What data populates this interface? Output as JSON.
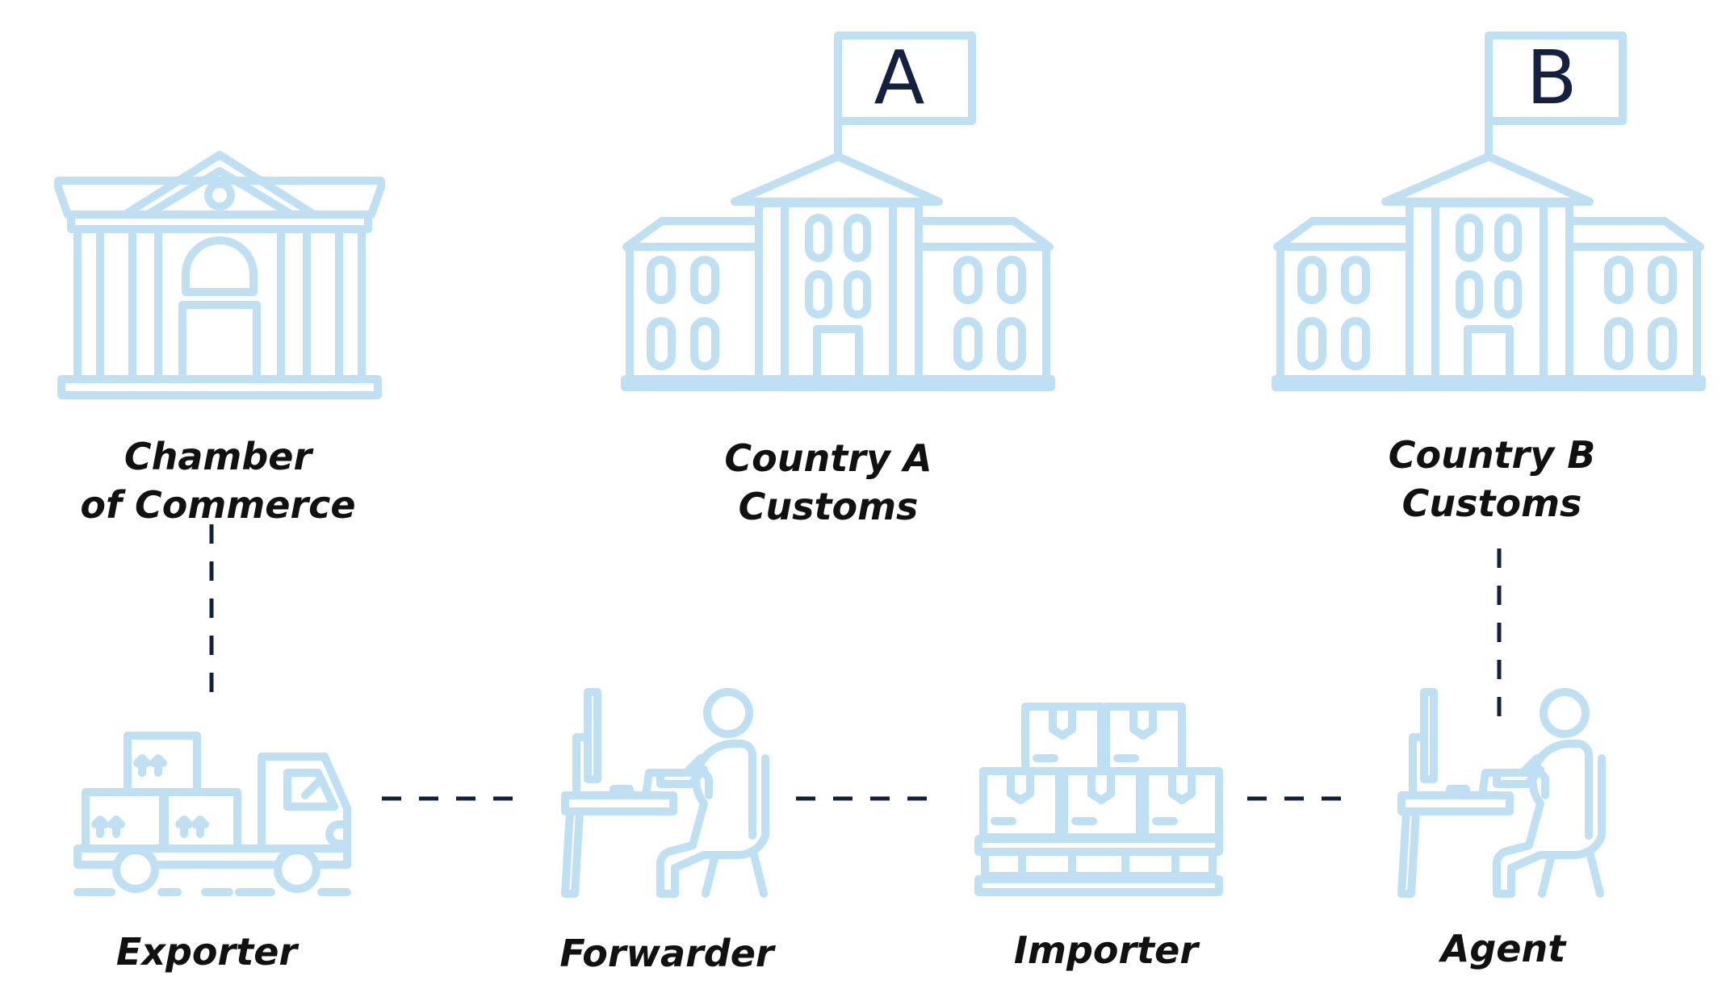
{
  "nodes": {
    "chamber": {
      "line1": "Chamber",
      "line2": "of Commerce"
    },
    "customs_a": {
      "flag": "A",
      "line1": "Country A",
      "line2": "Customs"
    },
    "customs_b": {
      "flag": "B",
      "line1": "Country B",
      "line2": "Customs"
    },
    "exporter": {
      "label": "Exporter"
    },
    "forwarder": {
      "label": "Forwarder"
    },
    "importer": {
      "label": "Importer"
    },
    "agent": {
      "label": "Agent"
    }
  },
  "colors": {
    "icon": "#bfe0f2",
    "connector": "#132040",
    "text": "#111111",
    "flag_text": "#132040"
  },
  "icons": [
    "courthouse-icon",
    "government-building-icon",
    "delivery-truck-icon",
    "office-worker-icon",
    "pallet-boxes-icon"
  ]
}
